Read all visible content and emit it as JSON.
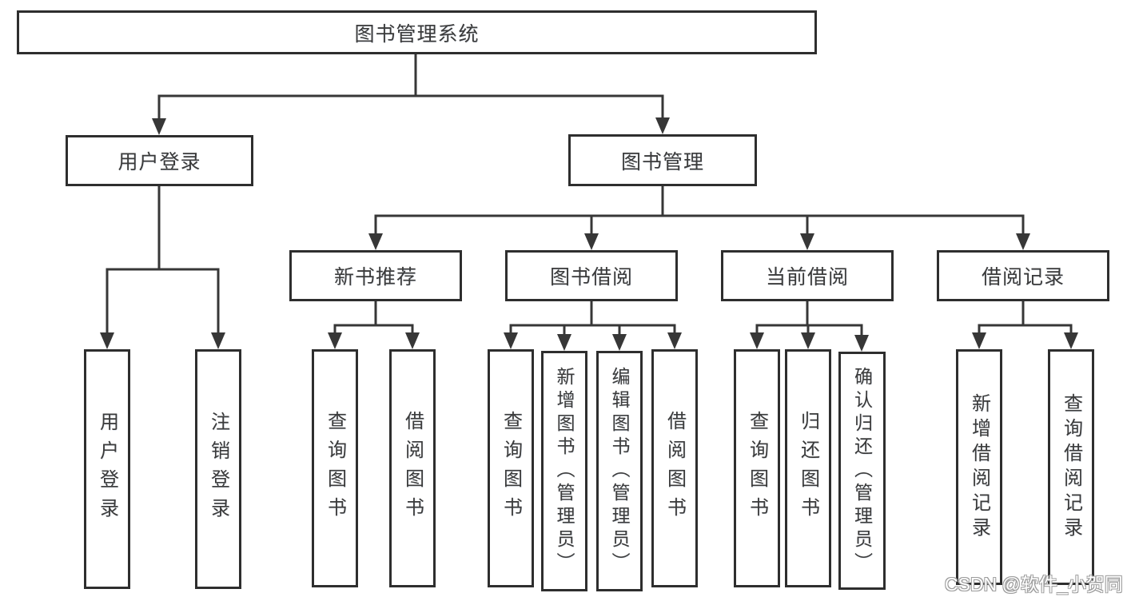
{
  "nodes": {
    "root": {
      "label": "图书管理系统"
    },
    "user_login": {
      "label": "用户登录",
      "children": [
        "用户登录",
        "注销登录"
      ]
    },
    "book_mgmt": {
      "label": "图书管理",
      "children": [
        {
          "label": "新书推荐",
          "children": [
            "查询图书",
            "借阅图书"
          ]
        },
        {
          "label": "图书借阅",
          "children": [
            "查询图书",
            "新增图书（管理员）",
            "编辑图书（管理员）",
            "借阅图书"
          ]
        },
        {
          "label": "当前借阅",
          "children": [
            "查询图书",
            "归还图书",
            "确认归还（管理员）"
          ]
        },
        {
          "label": "借阅记录",
          "children": [
            "新增借阅记录",
            "查询借阅记录"
          ]
        }
      ]
    }
  },
  "watermark": {
    "text": "CSDN @软件_小贺同学"
  },
  "colors": {
    "line": "#373737",
    "box_border": "#2e2e2e",
    "text": "#3b3b3b",
    "background": "#ffffff",
    "watermark_fill": "#ffffff",
    "watermark_outline": "#9c9c9c"
  }
}
